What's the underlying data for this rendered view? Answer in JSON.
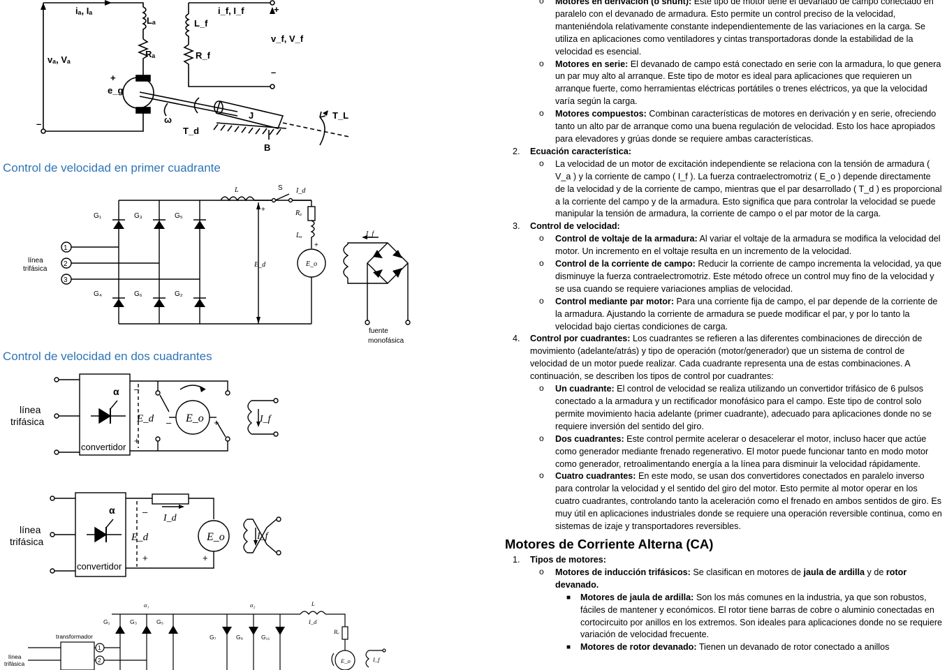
{
  "headings": {
    "first_quadrant": "Control de velocidad en primer cuadrante",
    "two_quadrants": "Control de velocidad en dos cuadrantes"
  },
  "fig1": {
    "ia": "iₐ, Iₐ",
    "la": "Lₐ",
    "ra": "Rₐ",
    "va": "vₐ, Vₐ",
    "if": "i_f, I_f",
    "lf": "L_f",
    "rf": "R_f",
    "vf": "v_f, V_f",
    "eg": "e_g",
    "omega": "ω",
    "td": "T_d",
    "j": "J",
    "tl": "T_L",
    "b": "B",
    "plus": "+",
    "minus": "–"
  },
  "fig2": {
    "g1": "G₁",
    "g3": "G₃",
    "g5": "G₅",
    "g4": "G₄",
    "g6": "G₆",
    "g2": "G₂",
    "n1": "1",
    "n2": "2",
    "n3": "3",
    "linea": "línea",
    "trifasica": "trifásica",
    "l": "L",
    "s": "S",
    "id": "I_d",
    "ra": "Rₐ",
    "la": "Lₐ",
    "ed": "E_d",
    "eo": "E_o",
    "if": "I_f",
    "fuente": "fuente",
    "monofasica": "monofásica",
    "plus": "+"
  },
  "fig3": {
    "linea": "línea",
    "trifasica": "trifásica",
    "alpha": "α",
    "ed": "E_d",
    "eo": "E_o",
    "if": "I_f",
    "convertidor": "convertidor",
    "plus": "+",
    "minus": "–"
  },
  "fig4": {
    "linea": "línea",
    "trifasica": "trifásica",
    "alpha": "α",
    "ed": "E_d",
    "id": "I_d",
    "eo": "E_o",
    "if": "I_f",
    "convertidor": "convertidor",
    "plus": "+",
    "minus": "–"
  },
  "fig5": {
    "a1": "α₁",
    "a2": "α₂",
    "l": "L",
    "id": "I_d",
    "ra": "Rₐ",
    "g1": "G₁",
    "g3": "G₃",
    "g5": "G₅",
    "g7": "G₇",
    "g9": "G₉",
    "g11": "G₁₁",
    "transformador": "transformador",
    "linea": "línea",
    "trifasica": "trifásica",
    "n1": "1",
    "n2": "2",
    "eo": "E_o",
    "if": "I_f"
  },
  "doc": {
    "items": [
      {
        "type": "l2",
        "b": "Motores en derivación (o shunt):",
        "t": " Este tipo de motor tiene el devanado de campo conectado en paralelo con el devanado de armadura. Esto permite un control preciso de la velocidad, manteniéndola relativamente constante independientemente de las variaciones en la carga. Se utiliza en aplicaciones como ventiladores y cintas transportadoras donde la estabilidad de la velocidad es esencial."
      },
      {
        "type": "l2",
        "b": "Motores en serie:",
        "t": " El devanado de campo está conectado en serie con la armadura, lo que genera un par muy alto al arranque. Este tipo de motor es ideal para aplicaciones que requieren un arranque fuerte, como herramientas eléctricas portátiles o trenes eléctricos, ya que la velocidad varía según la carga."
      },
      {
        "type": "l2",
        "b": "Motores compuestos:",
        "t": " Combinan características de motores en derivación y en serie, ofreciendo tanto un alto par de arranque como una buena regulación de velocidad. Esto los hace apropiados para elevadores y grúas donde se requiere ambas características."
      },
      {
        "type": "l1",
        "num": "2.",
        "b": "Ecuación característica:",
        "t": ""
      },
      {
        "type": "l2",
        "b": "",
        "t": "La velocidad de un motor de excitación independiente se relaciona con la tensión de armadura ( V_a ) y la corriente de campo ( I_f ). La fuerza contraelectromotriz ( E_o ) depende directamente de la velocidad y de la corriente de campo, mientras que el par desarrollado ( T_d ) es proporcional a la corriente del campo y de la armadura. Esto significa que para controlar la velocidad se puede manipular la tensión de armadura, la corriente de campo o el par motor de la carga."
      },
      {
        "type": "l1",
        "num": "3.",
        "b": "Control de velocidad:",
        "t": ""
      },
      {
        "type": "l2",
        "b": "Control de voltaje de la armadura:",
        "t": " Al variar el voltaje de la armadura se modifica la velocidad del motor. Un incremento en el voltaje resulta en un incremento de la velocidad."
      },
      {
        "type": "l2",
        "b": "Control de la corriente de campo:",
        "t": " Reducir la corriente de campo incrementa la velocidad, ya que disminuye la fuerza contraelectromotriz. Este método ofrece un control muy fino de la velocidad y se usa cuando se requiere variaciones amplias de velocidad."
      },
      {
        "type": "l2",
        "b": "Control mediante par motor:",
        "t": " Para una corriente fija de campo, el par depende de la corriente de la armadura. Ajustando la corriente de armadura se puede modificar el par, y por lo tanto la velocidad bajo ciertas condiciones de carga."
      },
      {
        "type": "l1",
        "num": "4.",
        "b": "Control por cuadrantes:",
        "t": " Los cuadrantes se refieren a las diferentes combinaciones de dirección de movimiento (adelante/atrás) y tipo de operación (motor/generador) que un sistema de control de velocidad de un motor puede realizar. Cada cuadrante representa una de estas combinaciones. A continuación, se describen los tipos de control por cuadrantes:"
      },
      {
        "type": "l2",
        "b": "Un cuadrante:",
        "t": " El control de velocidad se realiza utilizando un convertidor trifásico de 6 pulsos conectado a la armadura y un rectificador monofásico para el campo. Este tipo de control solo permite movimiento hacia adelante (primer cuadrante), adecuado para aplicaciones donde no se requiere inversión del sentido del giro."
      },
      {
        "type": "l2",
        "b": "Dos cuadrantes:",
        "t": " Este control permite acelerar o desacelerar el motor, incluso hacer que actúe como generador mediante frenado regenerativo. El motor puede funcionar tanto en modo motor como generador, retroalimentando energía a la línea para disminuir la velocidad rápidamente."
      },
      {
        "type": "l2",
        "b": "Cuatro cuadrantes:",
        "t": " En este modo, se usan dos convertidores conectados en paralelo inverso para controlar la velocidad y el sentido del giro del motor. Esto permite al motor operar en los cuatro cuadrantes, controlando tanto la aceleración como el frenado en ambos sentidos de giro. Es muy útil en aplicaciones industriales donde se requiere una operación reversible continua, como en sistemas de izaje y transportadores reversibles."
      }
    ],
    "section_title": "Motores de Corriente Alterna (CA)",
    "item1_num": "1.",
    "item1_b": "Tipos de motores:",
    "sub_pre": "Motores de inducción trifásicos:",
    "sub_mid1": " Se clasifican en motores de ",
    "sub_b2": "jaula de ardilla",
    "sub_mid2": " y de ",
    "sub_b3": "rotor devanado.",
    "l3a_b": "Motores de jaula de ardilla:",
    "l3a_t": " Son los más comunes en la industria, ya que son robustos, fáciles de mantener y económicos. El rotor tiene barras de cobre o aluminio conectadas en cortocircuito por anillos en los extremos. Son ideales para aplicaciones donde no se requiere variación de velocidad frecuente.",
    "l3b_b": "Motores de rotor devanado:",
    "l3b_t": " Tienen un devanado de rotor conectado a anillos"
  }
}
